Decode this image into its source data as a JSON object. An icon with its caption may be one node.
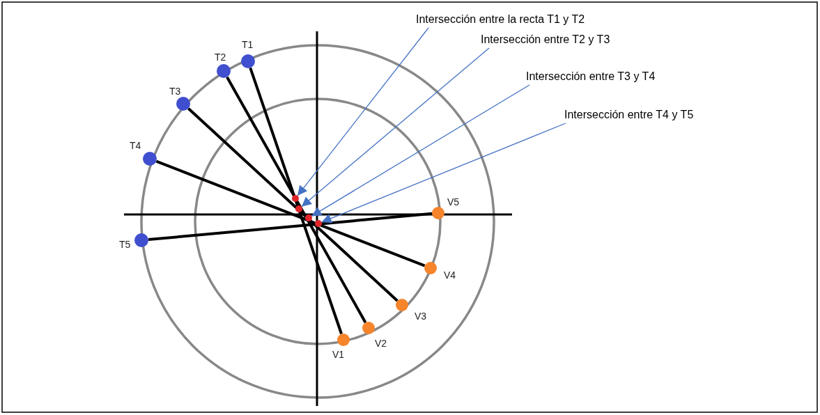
{
  "diagram": {
    "nodes": [
      {
        "text": [],
        "shape": "circle",
        "beside": [
          "T1"
        ]
      },
      {
        "text": [],
        "shape": "circle",
        "beside": [
          "T2"
        ]
      },
      {
        "text": [],
        "shape": "circle",
        "beside": [
          "T3"
        ]
      },
      {
        "text": [],
        "shape": "circle",
        "beside": [
          "T4"
        ]
      },
      {
        "text": [],
        "shape": "circle",
        "beside": [
          "T5"
        ]
      },
      {
        "text": [
          "Intersección entre la recta T1 y T2"
        ]
      },
      {
        "text": [
          "Intersección entre T2 y T3"
        ]
      },
      {
        "text": [
          "Intersección entre T3 y T4"
        ]
      },
      {
        "text": [
          "Intersección entre T4 y T5"
        ]
      },
      {
        "text": [],
        "shape": "circle"
      },
      {
        "text": [],
        "shape": "circle"
      },
      {
        "text": [],
        "shape": "circle"
      },
      {
        "text": [],
        "shape": "circle"
      },
      {
        "text": [],
        "shape": "circle",
        "beside": [
          "V1"
        ]
      },
      {
        "text": [],
        "shape": "circle",
        "beside": [
          "V2"
        ]
      },
      {
        "text": [],
        "shape": "circle",
        "beside": [
          "V3"
        ]
      },
      {
        "text": [],
        "shape": "circle",
        "beside": [
          "V4"
        ]
      },
      {
        "text": [],
        "shape": "circle",
        "beside": [
          "V5"
        ]
      }
    ],
    "edges": [
      {
        "from": 0,
        "to": 13,
        "arrow": "none"
      },
      {
        "from": 1,
        "to": 14,
        "arrow": "none"
      },
      {
        "from": 2,
        "to": 15,
        "arrow": "none"
      },
      {
        "from": 3,
        "to": 16,
        "arrow": "none"
      },
      {
        "from": 4,
        "to": 17,
        "arrow": "none"
      },
      {
        "from": 5,
        "to": 9,
        "arrow": "to",
        "color": "#4472c4"
      },
      {
        "from": 6,
        "to": 10,
        "arrow": "to",
        "color": "#4472c4"
      },
      {
        "from": 7,
        "to": 11,
        "arrow": "to",
        "color": "#4472c4"
      },
      {
        "from": 8,
        "to": 12,
        "arrow": "to",
        "color": "#4472c4"
      }
    ]
  }
}
